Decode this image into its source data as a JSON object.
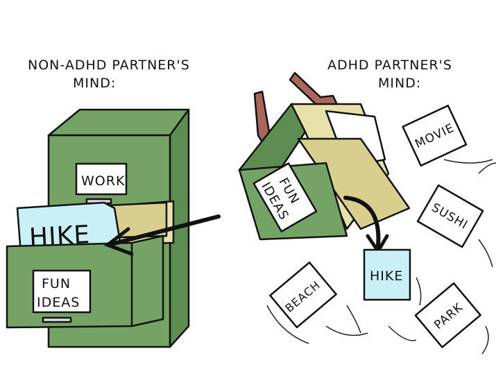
{
  "left_panel": {
    "title_line1": "NON-ADHD PARTNER'S",
    "title_line2": "MIND:",
    "top_drawer_label": "WORK",
    "folder_tab_label": "HIKE",
    "open_drawer_label_line1": "FUN",
    "open_drawer_label_line2": "IDEAS"
  },
  "right_panel": {
    "title_line1": "ADHD PARTNER'S",
    "title_line2": "MIND:",
    "box_label_line1": "FUN",
    "box_label_line2": "IDEAS",
    "papers": [
      "MOVIE",
      "SUSHI",
      "HIKE",
      "BEACH",
      "PARK"
    ]
  },
  "colors": {
    "cabinet_green": "#74a365",
    "cabinet_side": "#5e8d52",
    "folder_beige": "#e7e0a8",
    "hike_blue": "#c9f0f6",
    "arm_brown": "#a8665c"
  }
}
